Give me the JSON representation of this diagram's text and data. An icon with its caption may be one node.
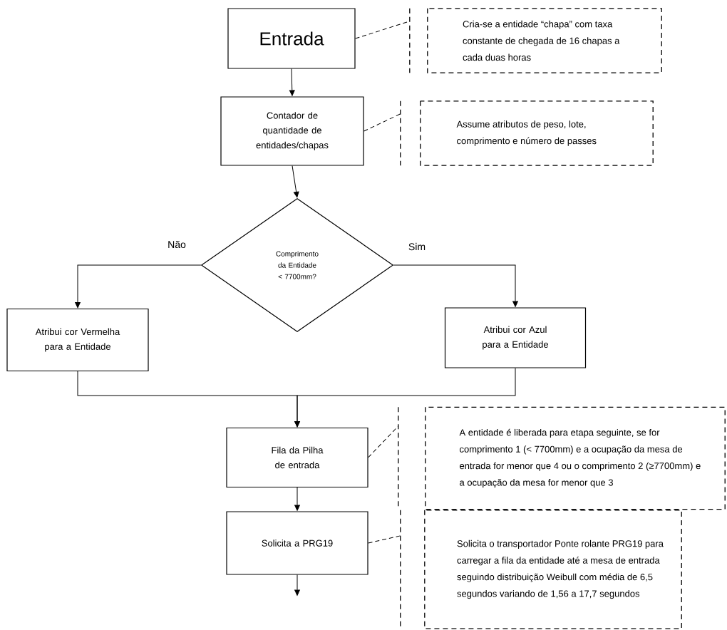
{
  "diagram": {
    "nodes": [
      {
        "text": [
          "Entrada"
        ]
      },
      {
        "text": [
          "Cria-se a entidade “chapa” com taxa constante de chegada de 16 chapas a cada duas horas"
        ]
      },
      {
        "text": [
          "Contador de quantidade de entidades/chapas"
        ]
      },
      {
        "text": [
          "Assume atributos de peso, lote, comprimento e número de passes"
        ]
      },
      {
        "text": [
          "Comprimento da Entidade < 7700mm?"
        ]
      },
      {
        "text": [
          "Atribui cor Vermelha para a Entidade"
        ]
      },
      {
        "text": [
          "Atribui cor Azul para a Entidade"
        ]
      },
      {
        "text": [
          "Fila da Pilha de entrada"
        ]
      },
      {
        "text": [
          "A entidade é liberada para etapa seguinte, se for comprimento 1 (< 7700mm) e a ocupação da mesa de entrada for menor que 4 ou o comprimento 2 (≥7700mm) e a ocupação da mesa for menor que 3"
        ]
      },
      {
        "text": [
          "Solicita a PRG19"
        ]
      },
      {
        "text": [
          "Solicita o transportador Ponte rolante PRG19 para carregar a fila da entidade até a mesa de entrada seguindo distribuição Weibull com média de 6,5 segundos variando de 1,56 a 17,7 segundos"
        ]
      }
    ],
    "edges": [
      {
        "from": 0,
        "to": 1,
        "arrow": "none",
        "style": "dashed"
      },
      {
        "from": 0,
        "to": 2,
        "arrow": "to"
      },
      {
        "from": 2,
        "to": 3,
        "arrow": "none",
        "style": "dashed"
      },
      {
        "from": 2,
        "to": 4,
        "arrow": "to"
      },
      {
        "from": 4,
        "to": 5,
        "arrow": "to",
        "label": "Não"
      },
      {
        "from": 4,
        "to": 6,
        "arrow": "to",
        "label": "Sim"
      },
      {
        "from": 5,
        "to": 7,
        "arrow": "to"
      },
      {
        "from": 6,
        "to": 7,
        "arrow": "to"
      },
      {
        "from": 7,
        "to": 8,
        "arrow": "none",
        "style": "dashed"
      },
      {
        "from": 7,
        "to": 9,
        "arrow": "to"
      },
      {
        "from": 9,
        "to": 10,
        "arrow": "none",
        "style": "dashed"
      },
      {
        "from": 9,
        "to": null,
        "arrow": "to"
      }
    ]
  }
}
